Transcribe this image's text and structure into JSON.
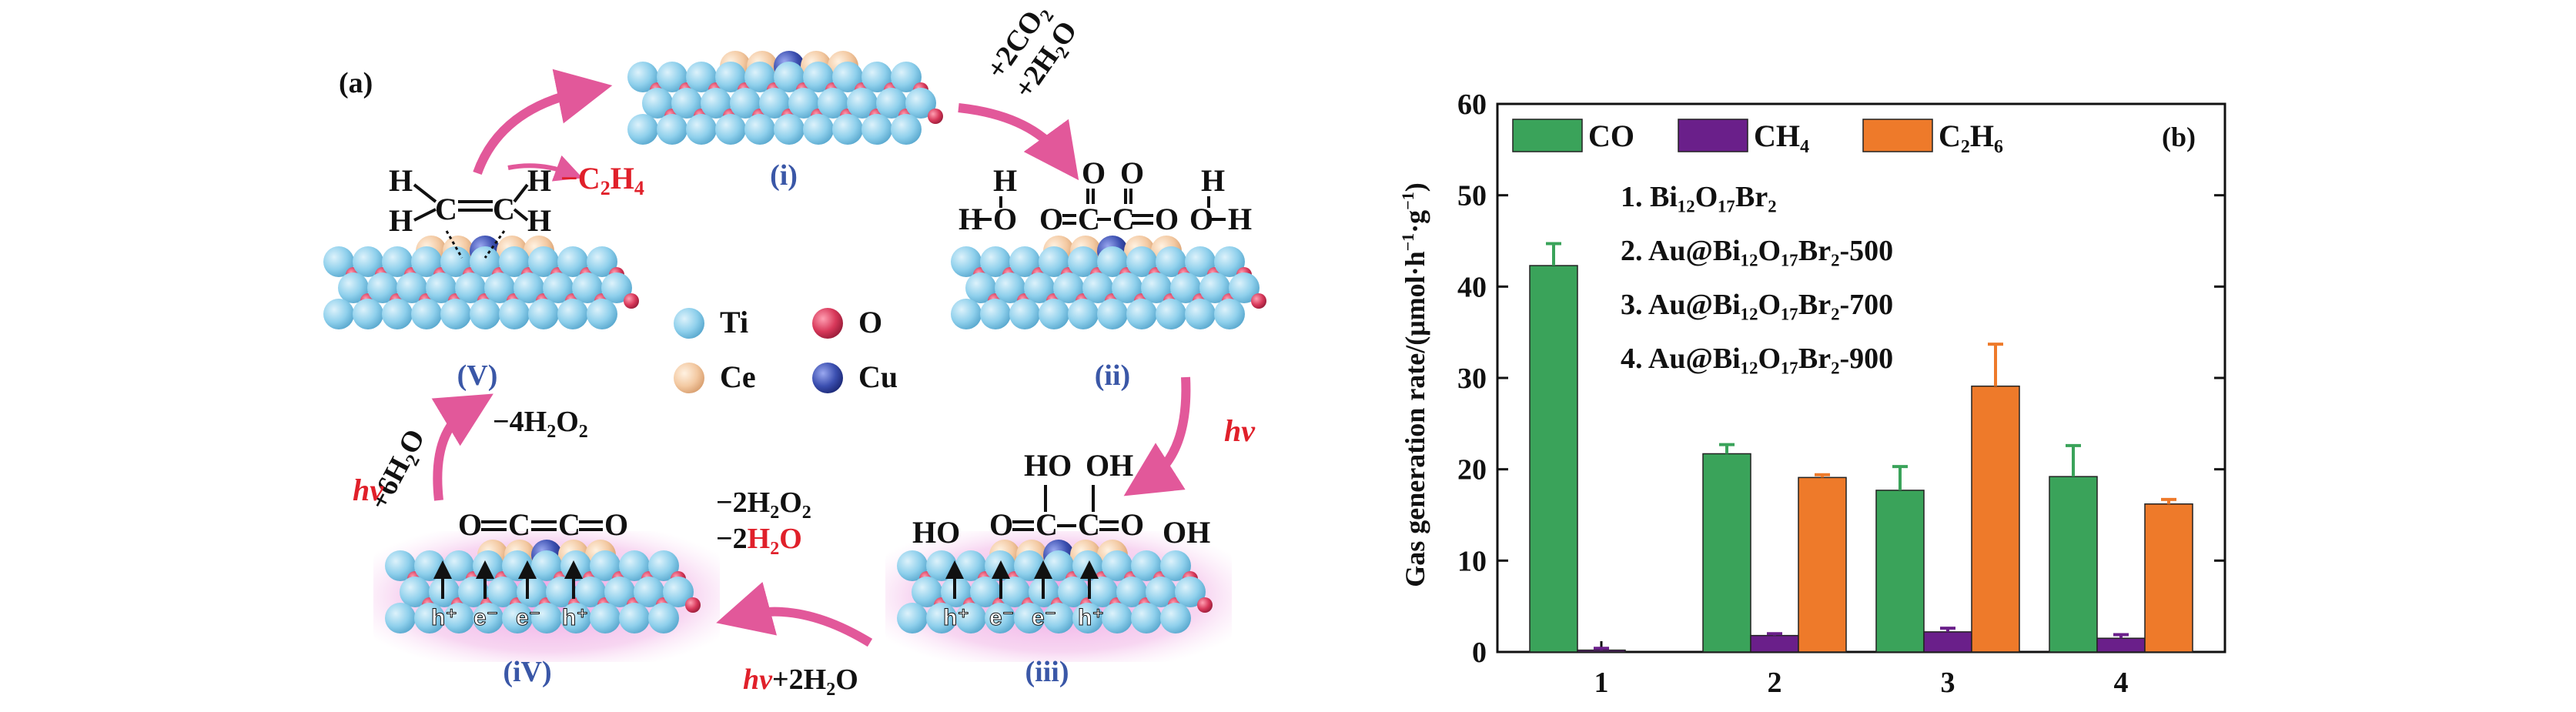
{
  "panel_a": {
    "label": "(a)",
    "steps": {
      "i": "(i)",
      "ii": "(ii)",
      "iii": "(iii)",
      "iv": "(iV)",
      "v": "(V)"
    },
    "transitions": {
      "add_co2_line1": "+2CO",
      "add_co2_sub": "2",
      "add_h2o_line2": "+2H",
      "add_h2o_sub": "2",
      "add_h2o_tail": "O",
      "hv1": "hν",
      "hv2_a": "hν",
      "hv2_b": "+2H",
      "hv2_sub": "2",
      "hv2_tail": "O",
      "minus_h2o2_a": "−2H",
      "minus_h2o2_sub1": "2",
      "minus_h2o2_o": "O",
      "minus_h2o2_sub2": "2",
      "minus_h2o_a": "−2",
      "minus_h2o_b": "H",
      "minus_h2o_sub": "2",
      "minus_h2o_c": "O",
      "plus_6h2o_a": "+6H",
      "plus_6h2o_sub": "2",
      "plus_6h2o_c": "O",
      "hv3": "hν",
      "minus_4h2o2_a": "−4H",
      "minus_4h2o2_sub1": "2",
      "minus_4h2o2_o": "O",
      "minus_4h2o2_sub2": "2",
      "minus_c2h4_a": "−C",
      "minus_c2h4_sub1": "2",
      "minus_c2h4_h": "H",
      "minus_c2h4_sub2": "4"
    },
    "atoms": {
      "H": "H",
      "O": "O",
      "C": "C",
      "OH": "OH",
      "HO": "HO"
    },
    "charges": {
      "hplus": "h⁺",
      "eminus": "e⁻"
    },
    "legend": [
      {
        "name": "Ti",
        "color": "#8fd0ec"
      },
      {
        "name": "O",
        "color": "#d8385a"
      },
      {
        "name": "Ce",
        "color": "#f3c9a2"
      },
      {
        "name": "Cu",
        "color": "#3b4fb0"
      }
    ]
  },
  "chart_panel_b": {
    "label": "(b)",
    "ylabel_main": "Gas generation rate/(μmol·h",
    "ylabel_exp1": "−1",
    "ylabel_mid": "·g",
    "ylabel_exp2": "−1",
    "ylabel_end": ")",
    "legend": [
      {
        "name": "CO",
        "color": "#3aa35a"
      },
      {
        "name": "CH₄",
        "color": "#6a1f8a"
      },
      {
        "name": "C₂H₆",
        "color": "#ee7a2a"
      }
    ],
    "samples": [
      "1. Bi₁₂O₁₇Br₂",
      "2. Au@Bi₁₂O₁₇Br₂-500",
      "3. Au@Bi₁₂O₁₇Br₂-700",
      "4. Au@Bi₁₂O₁₇Br₂-900"
    ]
  },
  "chart_data": {
    "type": "bar",
    "categories": [
      "1",
      "2",
      "3",
      "4"
    ],
    "series": [
      {
        "name": "CO",
        "color": "#3aa35a",
        "values": [
          42.3,
          21.7,
          17.7,
          19.2
        ],
        "errors": [
          2.4,
          1.0,
          2.6,
          3.4
        ]
      },
      {
        "name": "CH₄",
        "color": "#6a1f8a",
        "values": [
          0.2,
          1.8,
          2.2,
          1.5
        ],
        "errors": [
          0.2,
          0.2,
          0.4,
          0.4
        ]
      },
      {
        "name": "C₂H₆",
        "color": "#ee7a2a",
        "values": [
          0,
          19.1,
          29.1,
          16.2
        ],
        "errors": [
          0,
          0.3,
          4.6,
          0.5
        ]
      }
    ],
    "ylim": [
      0,
      60
    ],
    "yticks": [
      0,
      10,
      20,
      30,
      40,
      50,
      60
    ],
    "grid": false,
    "legend_position": "top-left"
  }
}
